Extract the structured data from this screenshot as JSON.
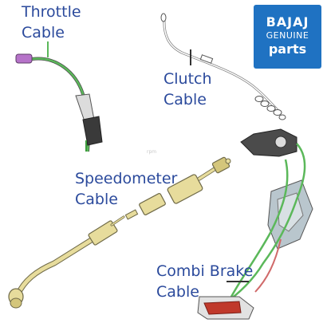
{
  "labels": {
    "throttle": [
      "Throttle",
      "Cable"
    ],
    "clutch": [
      "Clutch",
      "Cable"
    ],
    "speedometer": [
      "Speedometer",
      "Cable"
    ],
    "combi_brake": [
      "Combi Brake",
      "Cable"
    ]
  },
  "badge": {
    "brand": "BAJAJ",
    "genuine": "GENUINE",
    "parts": "parts"
  },
  "watermark": "rpm",
  "colors": {
    "label_text": "#2b4a9c",
    "badge_bg": "#1f72c2",
    "cable_green": "#5bb85a",
    "speedo_body": "#e7dc9c",
    "speedo_outline": "#6f6a48"
  }
}
